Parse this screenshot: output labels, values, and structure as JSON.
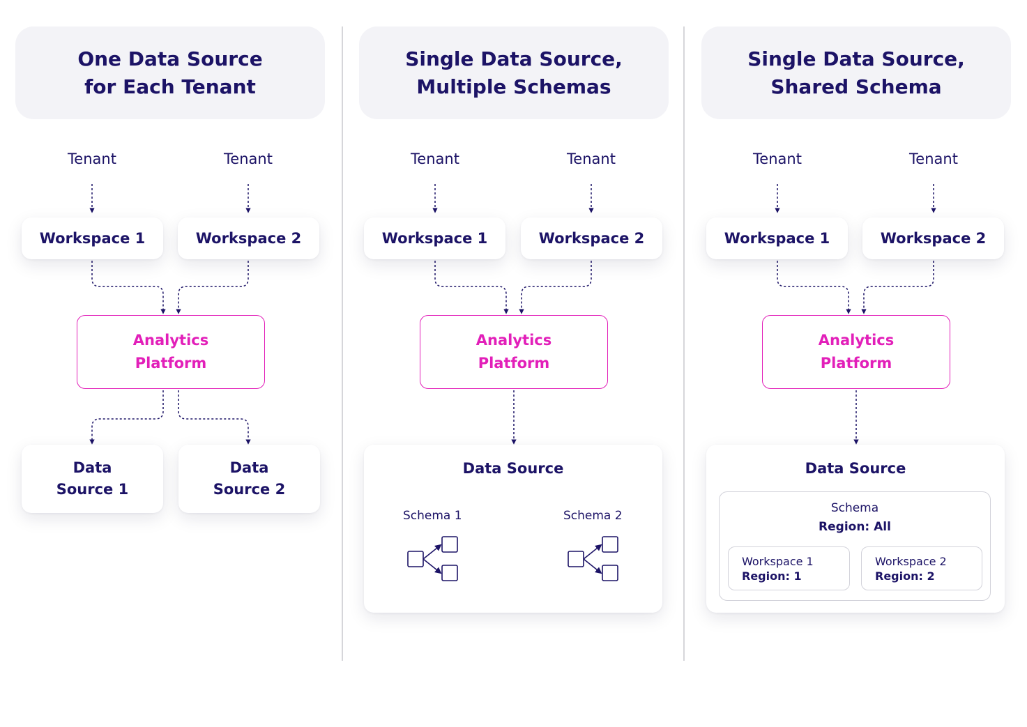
{
  "columns": [
    {
      "title_lines": [
        "One Data Source",
        "for Each Tenant"
      ],
      "tenants": [
        "Tenant",
        "Tenant"
      ],
      "workspaces": [
        "Workspace 1",
        "Workspace 2"
      ],
      "platform_lines": [
        "Analytics",
        "Platform"
      ],
      "data_sources": [
        {
          "lines": [
            "Data",
            "Source 1"
          ]
        },
        {
          "lines": [
            "Data",
            "Source 2"
          ]
        }
      ]
    },
    {
      "title_lines": [
        "Single Data Source,",
        "Multiple Schemas"
      ],
      "tenants": [
        "Tenant",
        "Tenant"
      ],
      "workspaces": [
        "Workspace 1",
        "Workspace 2"
      ],
      "platform_lines": [
        "Analytics",
        "Platform"
      ],
      "data_source": {
        "title": "Data Source",
        "schemas": [
          "Schema 1",
          "Schema 2"
        ]
      }
    },
    {
      "title_lines": [
        "Single Data Source,",
        "Shared Schema"
      ],
      "tenants": [
        "Tenant",
        "Tenant"
      ],
      "workspaces": [
        "Workspace 1",
        "Workspace 2"
      ],
      "platform_lines": [
        "Analytics",
        "Platform"
      ],
      "data_source": {
        "title": "Data Source",
        "schema_label": "Schema",
        "schema_region": "Region: All",
        "workspaces": [
          {
            "name": "Workspace 1",
            "region": "Region: 1"
          },
          {
            "name": "Workspace 2",
            "region": "Region: 2"
          }
        ]
      }
    }
  ],
  "colors": {
    "navy": "#1c1366",
    "magenta": "#e21fb9",
    "header_bg": "#f3f3f7",
    "divider": "#d6d6da"
  }
}
